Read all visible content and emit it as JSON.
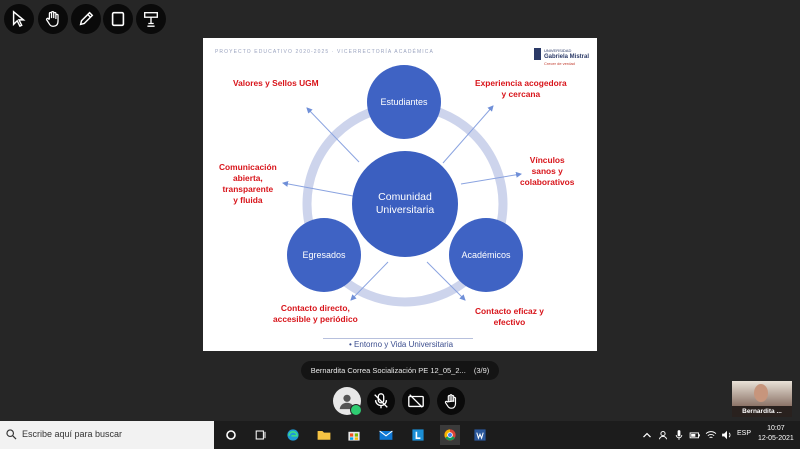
{
  "toolbar": {
    "tools": [
      "cursor-select-icon",
      "hand-icon",
      "pen-icon",
      "rectangle-icon",
      "stamp-icon"
    ]
  },
  "slide": {
    "header": "PROYECTO EDUCATIVO 2020-2025 · VICERRECTORÍA ACADÉMICA",
    "logo_title_1": "UNIVERSIDAD",
    "logo_title_2": "Gabriela Mistral",
    "logo_sub": "Crecer de verdad",
    "center": "Comunidad Universitaria",
    "node_top": "Estudiantes",
    "node_left": "Egresados",
    "node_right": "Académicos",
    "label_values": "Valores y Sellos UGM",
    "label_experience_1": "Experiencia acogedora",
    "label_experience_2": "y cercana",
    "label_comm_1": "Comunicación",
    "label_comm_2": "abierta,",
    "label_comm_3": "transparente",
    "label_comm_4": "y fluida",
    "label_links_1": "Vínculos",
    "label_links_2": "sanos y",
    "label_links_3": "colaborativos",
    "label_contact1_1": "Contacto directo,",
    "label_contact1_2": "accesible y periódico",
    "label_contact2_1": "Contacto eficaz y",
    "label_contact2_2": "efectivo",
    "footer": "Entorno y Vida Universitaria",
    "colors": {
      "node": "#3f63c4",
      "ring": "#c8d0ea",
      "label": "#d8141a"
    }
  },
  "share_bar": {
    "title": "Bernardita Correa Socialización PE 12_05_2...",
    "page": "(3/9)"
  },
  "participant": {
    "name": "Bernardita ..."
  },
  "controls": [
    "avatar-icon",
    "mic-off-icon",
    "camera-off-icon",
    "hand-raise-icon"
  ],
  "taskbar": {
    "search_placeholder": "Escribe aquí para buscar",
    "lang": "ESP",
    "time": "10:07",
    "date": "12-05-2021"
  }
}
